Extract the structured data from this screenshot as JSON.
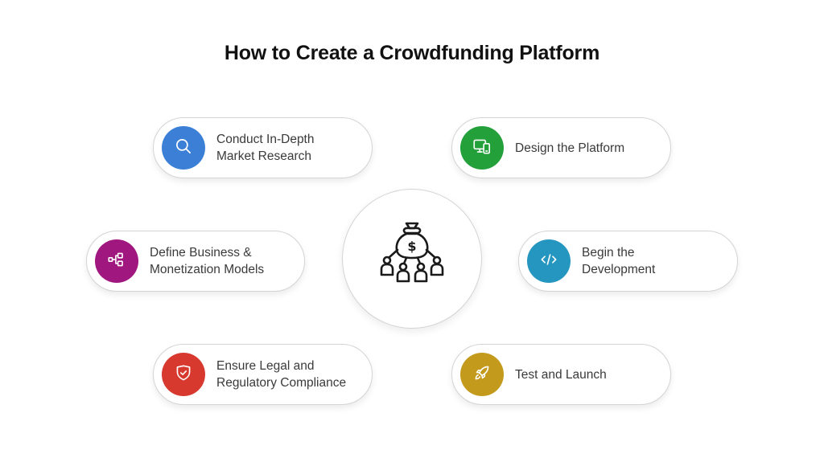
{
  "title": "How to Create a Crowdfunding Platform",
  "center": {
    "icon": "money-bag-crowd-icon"
  },
  "steps": [
    {
      "line1": "Conduct In-Depth",
      "line2": "Market Research",
      "icon": "search-icon",
      "color": "#3b7fd6"
    },
    {
      "line1": "Design the Platform",
      "line2": "",
      "icon": "devices-icon",
      "color": "#23a03a"
    },
    {
      "line1": "Define Business &",
      "line2": "Monetization Models",
      "icon": "hierarchy-icon",
      "color": "#a0177f"
    },
    {
      "line1": "Begin the",
      "line2": "Development",
      "icon": "code-icon",
      "color": "#2496bf"
    },
    {
      "line1": "Ensure Legal and",
      "line2": "Regulatory Compliance",
      "icon": "shield-check-icon",
      "color": "#d8392f"
    },
    {
      "line1": "Test and Launch",
      "line2": "",
      "icon": "rocket-icon",
      "color": "#c49a1c"
    }
  ]
}
